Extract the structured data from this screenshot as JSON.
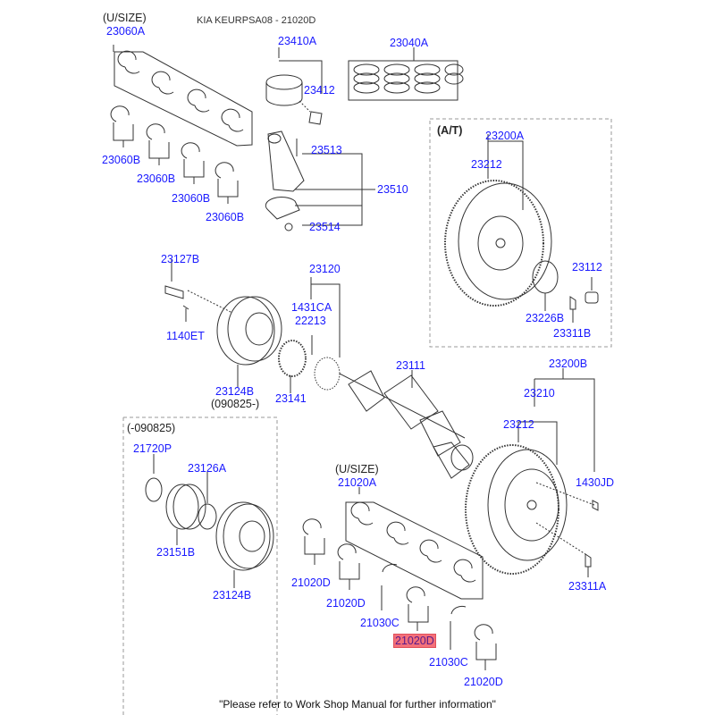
{
  "title": "KIA KEURPSA08 - 21020D",
  "footer": "\"Please refer to Work Shop Manual for further information\"",
  "highlight_color": "#f4707a",
  "group_notes": {
    "usize_top": "(U/SIZE)",
    "at": "(A/T)",
    "date_after": "(090825-)",
    "date_before": "(-090825)",
    "usize_bottom": "(U/SIZE)"
  },
  "parts": {
    "p23060A": "23060A",
    "p23060B_1": "23060B",
    "p23060B_2": "23060B",
    "p23060B_3": "23060B",
    "p23060B_4": "23060B",
    "p23410A": "23410A",
    "p23412": "23412",
    "p23040A": "23040A",
    "p23513": "23513",
    "p23510": "23510",
    "p23514": "23514",
    "p23200A": "23200A",
    "p23212_at": "23212",
    "p23112": "23112",
    "p23226B": "23226B",
    "p23311B": "23311B",
    "p23127B": "23127B",
    "p1140ET": "1140ET",
    "p23124B_top": "23124B",
    "p23120": "23120",
    "p1431CA": "1431CA",
    "p22213": "22213",
    "p23141": "23141",
    "p23111": "23111",
    "p23200B": "23200B",
    "p23210": "23210",
    "p23212_mt": "23212",
    "p1430JD": "1430JD",
    "p23311A": "23311A",
    "p21720P": "21720P",
    "p23126A": "23126A",
    "p23151B": "23151B",
    "p23124B_bottom": "23124B",
    "p21020A": "21020A",
    "p21020D_1": "21020D",
    "p21020D_2": "21020D",
    "p21030C_1": "21030C",
    "p21020D_selected": "21020D",
    "p21030C_2": "21030C",
    "p21020D_3": "21020D"
  }
}
